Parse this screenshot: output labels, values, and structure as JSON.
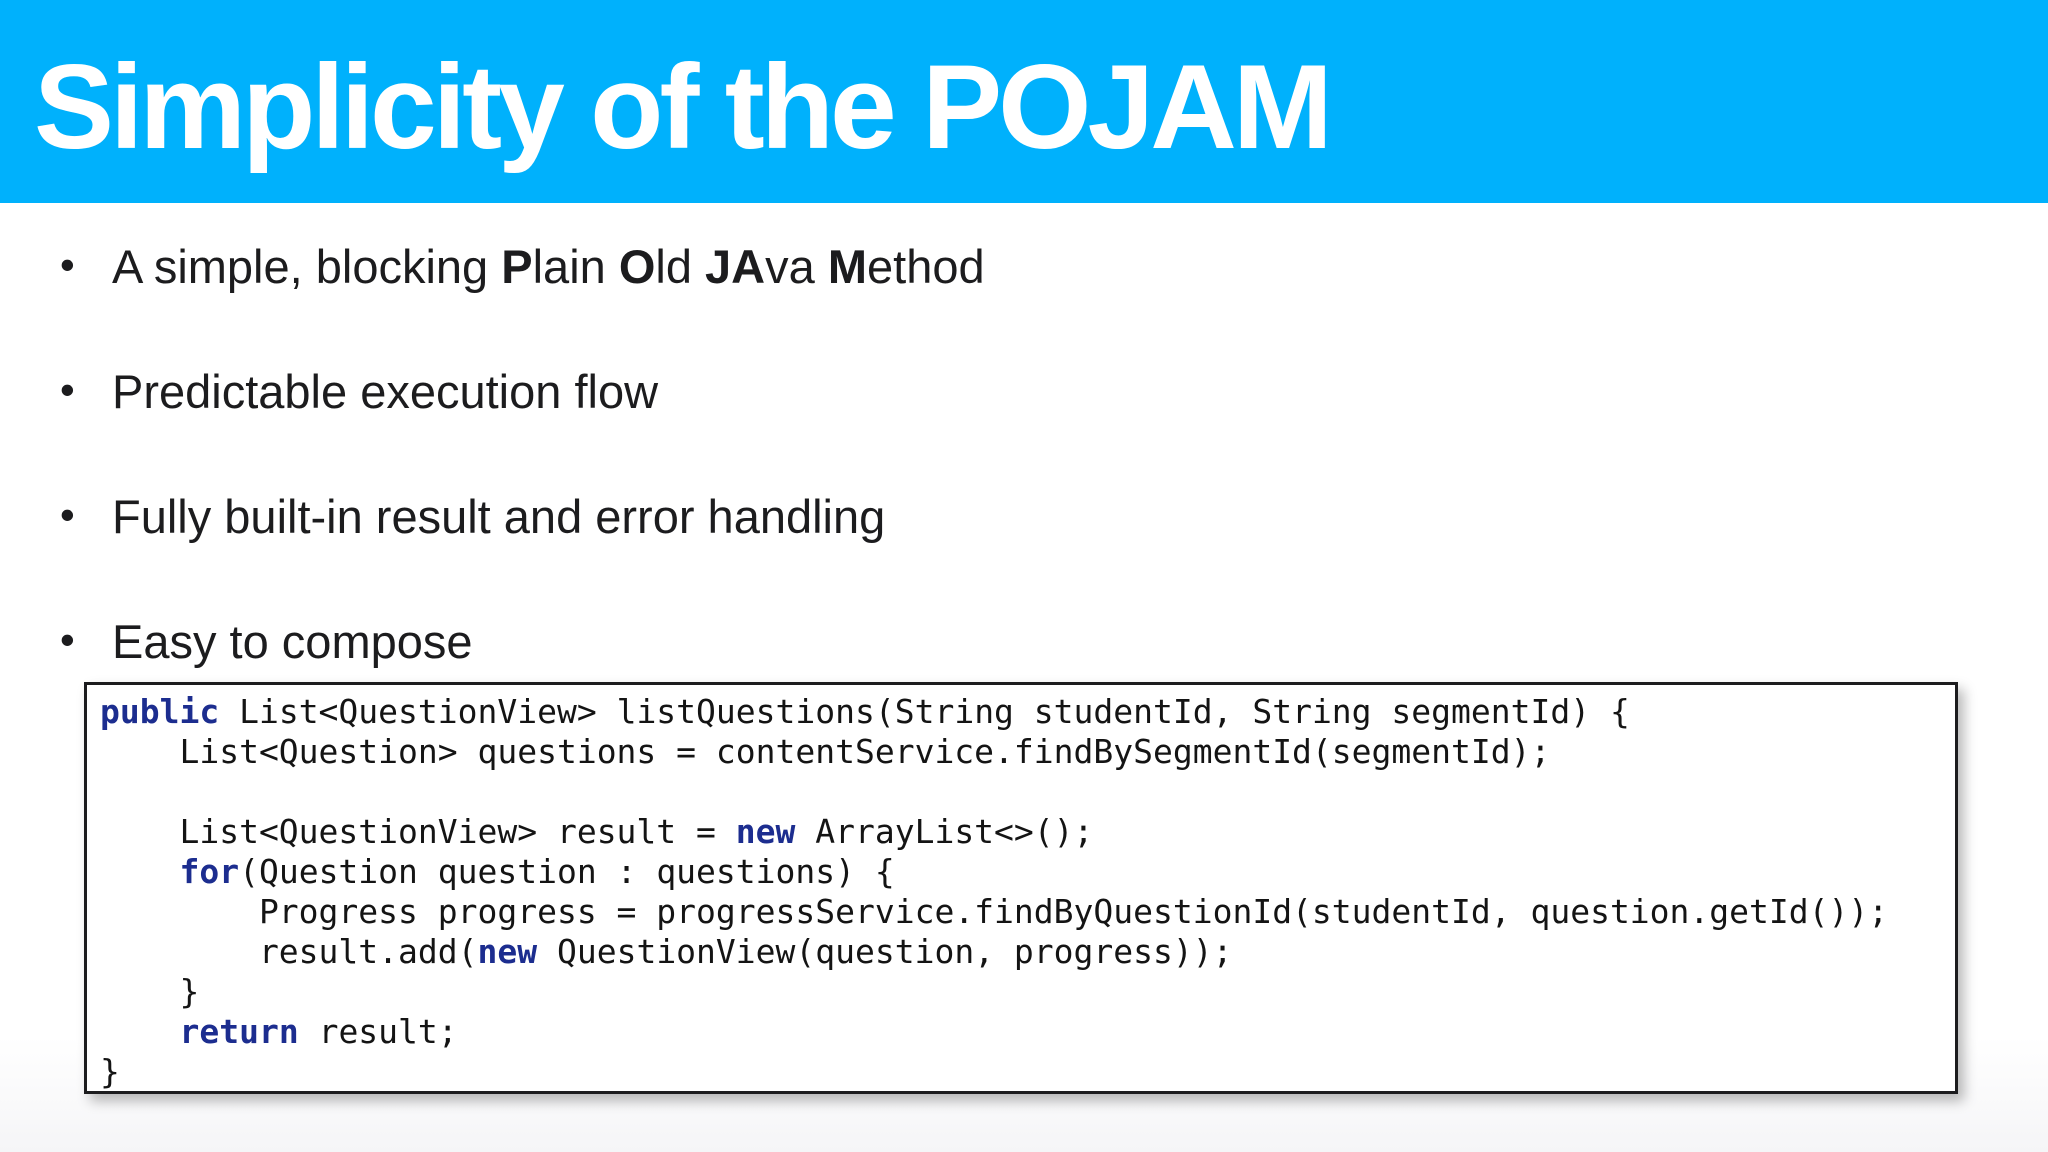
{
  "header": {
    "title": "Simplicity of the POJAM",
    "bg_color": "#00b1fc",
    "text_color": "#ffffff"
  },
  "bullets": {
    "marker": "•",
    "items": [
      {
        "segments": [
          {
            "text": "A simple, blocking "
          },
          {
            "text": "P",
            "bold": true
          },
          {
            "text": "lain "
          },
          {
            "text": "O",
            "bold": true
          },
          {
            "text": "ld "
          },
          {
            "text": "JA",
            "bold": true
          },
          {
            "text": "va "
          },
          {
            "text": "M",
            "bold": true
          },
          {
            "text": "ethod"
          }
        ]
      },
      {
        "segments": [
          {
            "text": "Predictable execution flow"
          }
        ]
      },
      {
        "segments": [
          {
            "text": "Fully built-in result and error handling"
          }
        ]
      },
      {
        "segments": [
          {
            "text": "Easy to compose"
          }
        ]
      }
    ]
  },
  "code": {
    "keyword_color": "#1c2d8f",
    "text_color": "#141414",
    "border_color": "#1c1c1e",
    "lines": [
      [
        {
          "text": "public",
          "keyword": true
        },
        {
          "text": " List<QuestionView> listQuestions(String studentId, String segmentId) {"
        }
      ],
      [
        {
          "text": "    List<Question> questions = contentService.findBySegmentId(segmentId);"
        }
      ],
      [
        {
          "text": ""
        }
      ],
      [
        {
          "text": "    List<QuestionView> result = "
        },
        {
          "text": "new",
          "keyword": true
        },
        {
          "text": " ArrayList<>();"
        }
      ],
      [
        {
          "text": "    "
        },
        {
          "text": "for",
          "keyword": true
        },
        {
          "text": "(Question question : questions) {"
        }
      ],
      [
        {
          "text": "        Progress progress = progressService.findByQuestionId(studentId, question.getId());"
        }
      ],
      [
        {
          "text": "        result.add("
        },
        {
          "text": "new",
          "keyword": true
        },
        {
          "text": " QuestionView(question, progress));"
        }
      ],
      [
        {
          "text": "    }"
        }
      ],
      [
        {
          "text": "    "
        },
        {
          "text": "return",
          "keyword": true
        },
        {
          "text": " result;"
        }
      ],
      [
        {
          "text": "}"
        }
      ]
    ]
  }
}
